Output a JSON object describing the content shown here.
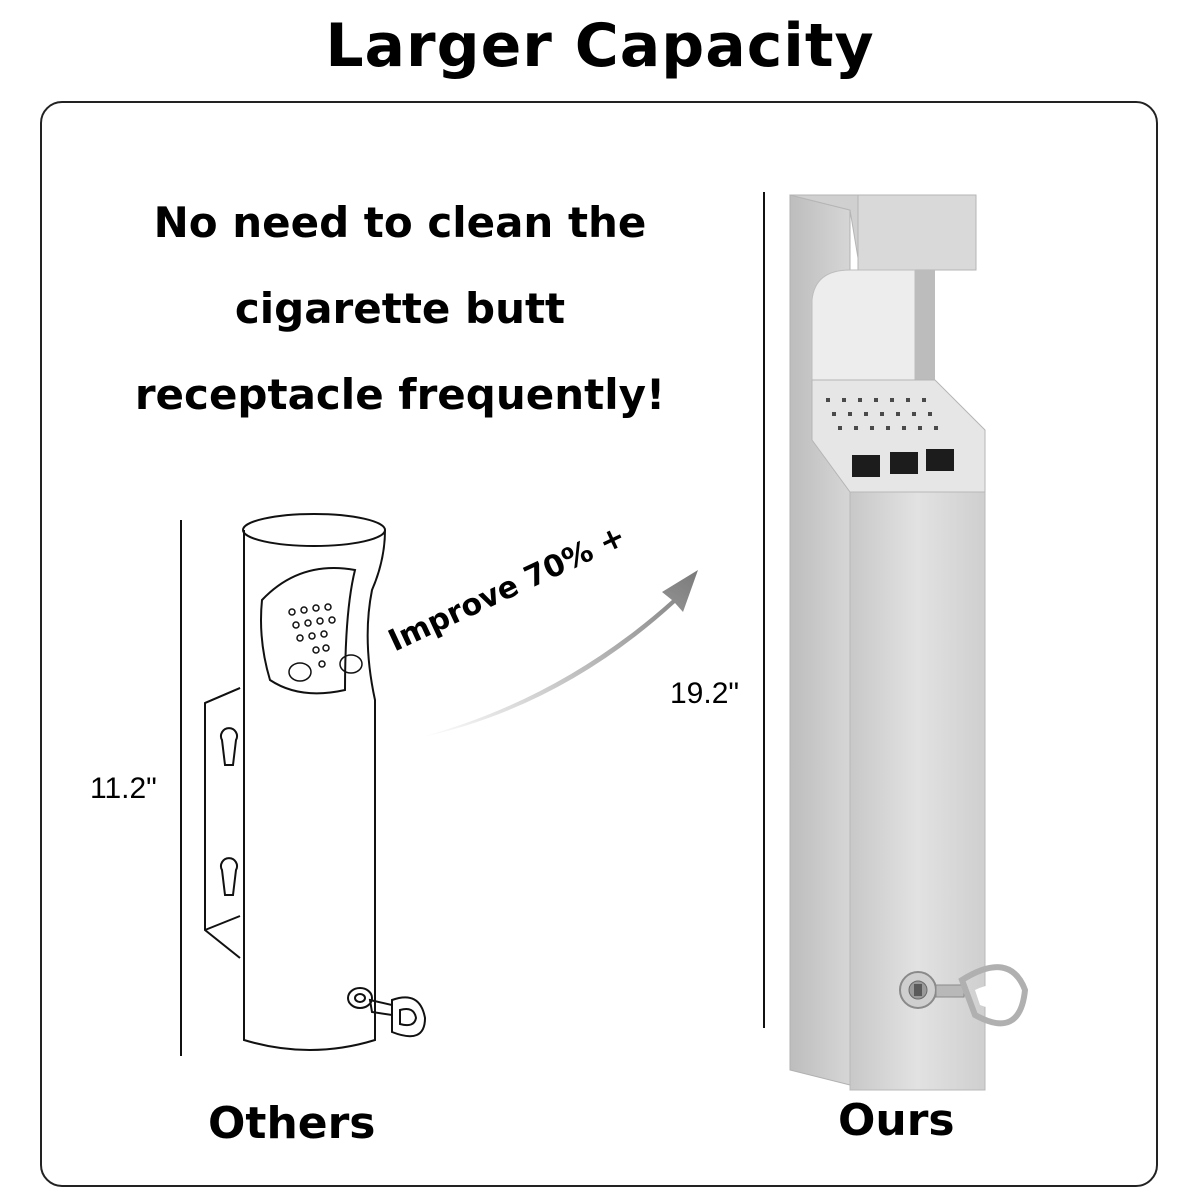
{
  "title": "Larger Capacity",
  "headline": {
    "line1": "No need to clean the",
    "line2": "cigarette butt",
    "line3": "receptacle frequently!"
  },
  "others": {
    "height_label": "11.2\"",
    "caption": "Others"
  },
  "ours": {
    "height_label": "19.2\"",
    "caption": "Ours"
  },
  "improvement_label": "Improve 70% +",
  "colors": {
    "frame": "#222222",
    "steel_light": "#d9d9d9",
    "steel_mid": "#c2c2c2",
    "steel_dark": "#a8a8a8",
    "arrow": "#888888"
  }
}
